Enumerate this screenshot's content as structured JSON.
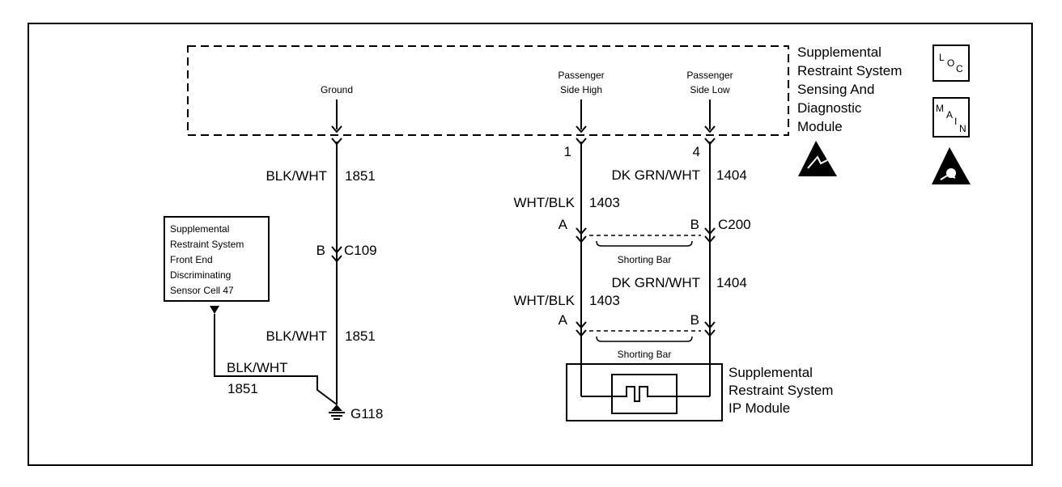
{
  "module": {
    "name_lines": [
      "Supplemental",
      "Restraint System",
      "Sensing And",
      "Diagnostic",
      "Module"
    ],
    "pins": {
      "ground": "Ground",
      "high_lines": [
        "Passenger",
        "Side High"
      ],
      "low_lines": [
        "Passenger",
        "Side Low"
      ]
    }
  },
  "icons": {
    "loc": {
      "l": "L",
      "o": "O",
      "c": "C"
    },
    "main": {
      "m": "M",
      "a": "A",
      "i": "I",
      "n": "N"
    }
  },
  "pin_numbers": {
    "high": "1",
    "low": "4"
  },
  "ground_circuit": {
    "upper_color": "BLK/WHT",
    "upper_circuit": "1851",
    "connector_pin": "B",
    "connector": "C109",
    "lower_color": "BLK/WHT",
    "lower_circuit": "1851",
    "ground_id": "G118"
  },
  "front_sensor": {
    "name_lines": [
      "Supplemental",
      "Restraint System",
      "Front End",
      "Discriminating",
      "Sensor Cell 47"
    ],
    "wire_color": "BLK/WHT",
    "wire_circuit": "1851"
  },
  "upper_segment": {
    "low_color": "DK GRN/WHT",
    "low_circuit": "1404",
    "high_color": "WHT/BLK",
    "high_circuit": "1403"
  },
  "c200": {
    "pin_a": "A",
    "pin_b": "B",
    "connector": "C200",
    "shorting_bar": "Shorting Bar"
  },
  "lower_segment": {
    "low_color": "DK GRN/WHT",
    "low_circuit": "1404",
    "high_color": "WHT/BLK",
    "high_circuit": "1403"
  },
  "ip_module": {
    "pin_a": "A",
    "pin_b": "B",
    "shorting_bar": "Shorting Bar",
    "name_lines": [
      "Supplemental",
      "Restraint System",
      "IP Module"
    ]
  }
}
